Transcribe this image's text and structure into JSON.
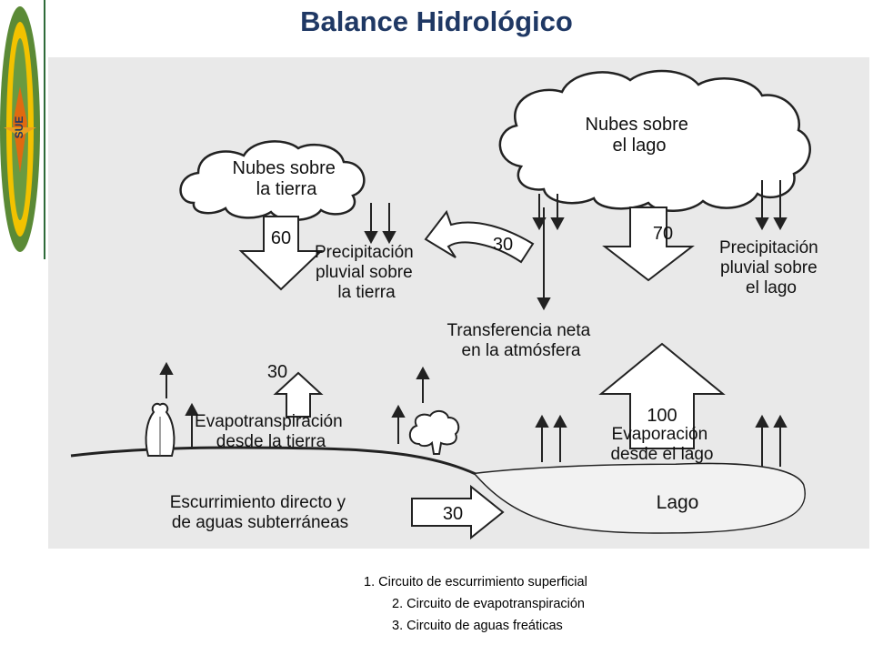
{
  "title": "Balance Hidrológico",
  "logo": {
    "text": "SUE",
    "colors": {
      "green": "#4a7a2e",
      "yellow": "#f2c200",
      "orange": "#e06a10"
    }
  },
  "diagram": {
    "clouds": {
      "land": "Nubes sobre\nla tierra",
      "lake": "Nubes sobre\nel lago"
    },
    "values": {
      "precip_land": "60",
      "transfer": "30",
      "precip_lake": "70",
      "evapotranspiration": "30",
      "evaporation": "100",
      "runoff": "30"
    },
    "labels": {
      "precip_land": "Precipitación\npluvial sobre\nla tierra",
      "precip_lake": "Precipitación\npluvial sobre\nel lago",
      "transfer": "Transferencia neta\nen la atmósfera",
      "evapotranspiration": "Evapotranspiración\ndesde la tierra",
      "evaporation": "Evaporación\ndesde el lago",
      "runoff": "Escurrimiento directo y\nde aguas subterráneas",
      "lake": "Lago"
    },
    "background_color": "#e9e9e9"
  },
  "captions": [
    "1. Circuito de escurrimiento superficial",
    "2. Circuito de evapotranspiración",
    "3. Circuito de aguas freáticas"
  ]
}
